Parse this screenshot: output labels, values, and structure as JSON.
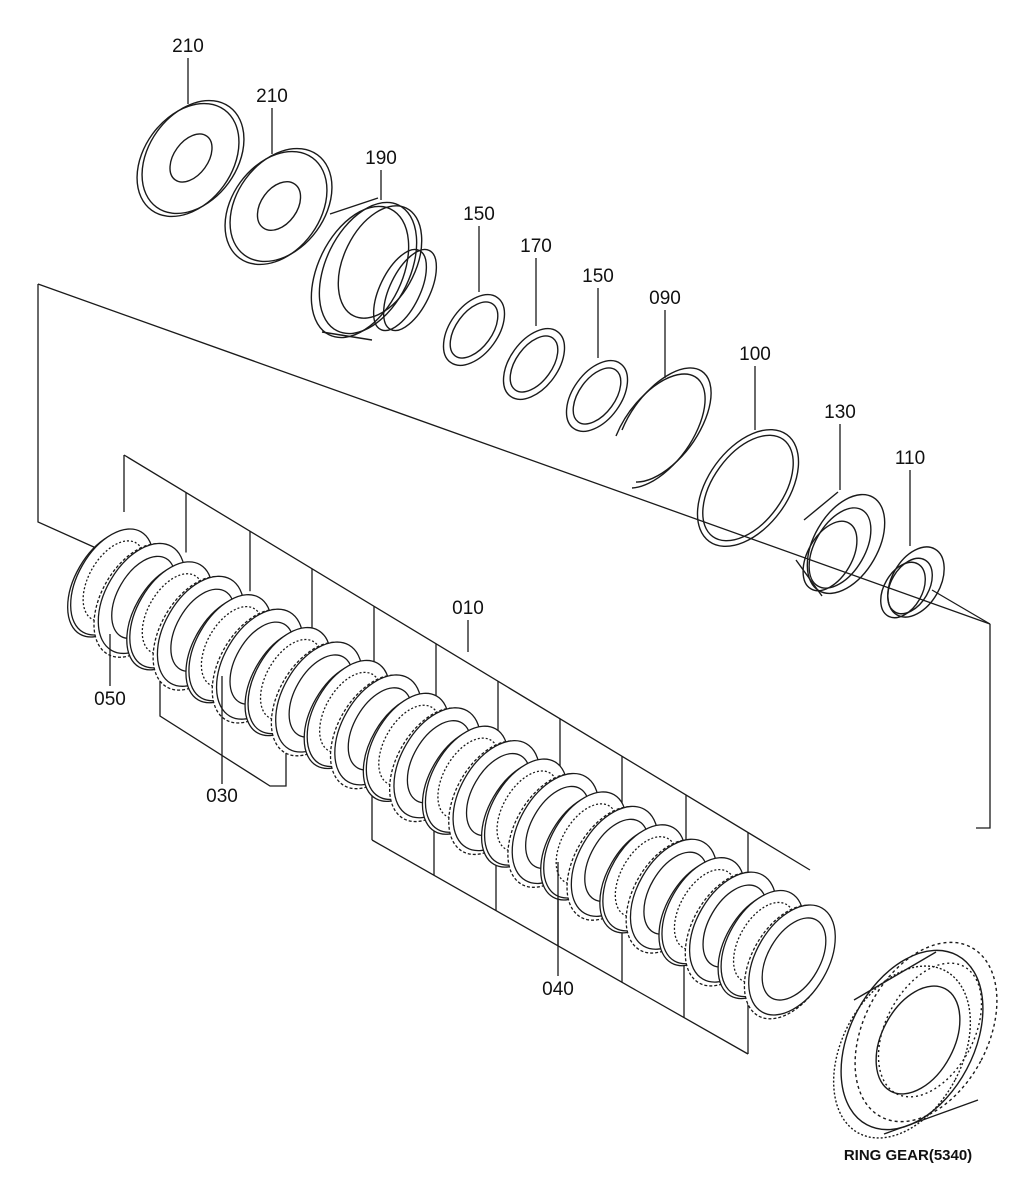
{
  "diagram": {
    "colors": {
      "line": "#1a1a1a",
      "background": "#ffffff"
    },
    "callouts": {
      "c210a": "210",
      "c210b": "210",
      "c190": "190",
      "c150a": "150",
      "c170": "170",
      "c150b": "150",
      "c090": "090",
      "c100": "100",
      "c130": "130",
      "c110": "110",
      "c010": "010",
      "c050": "050",
      "c030": "030",
      "c040": "040"
    },
    "caption": "RING GEAR(5340)"
  }
}
